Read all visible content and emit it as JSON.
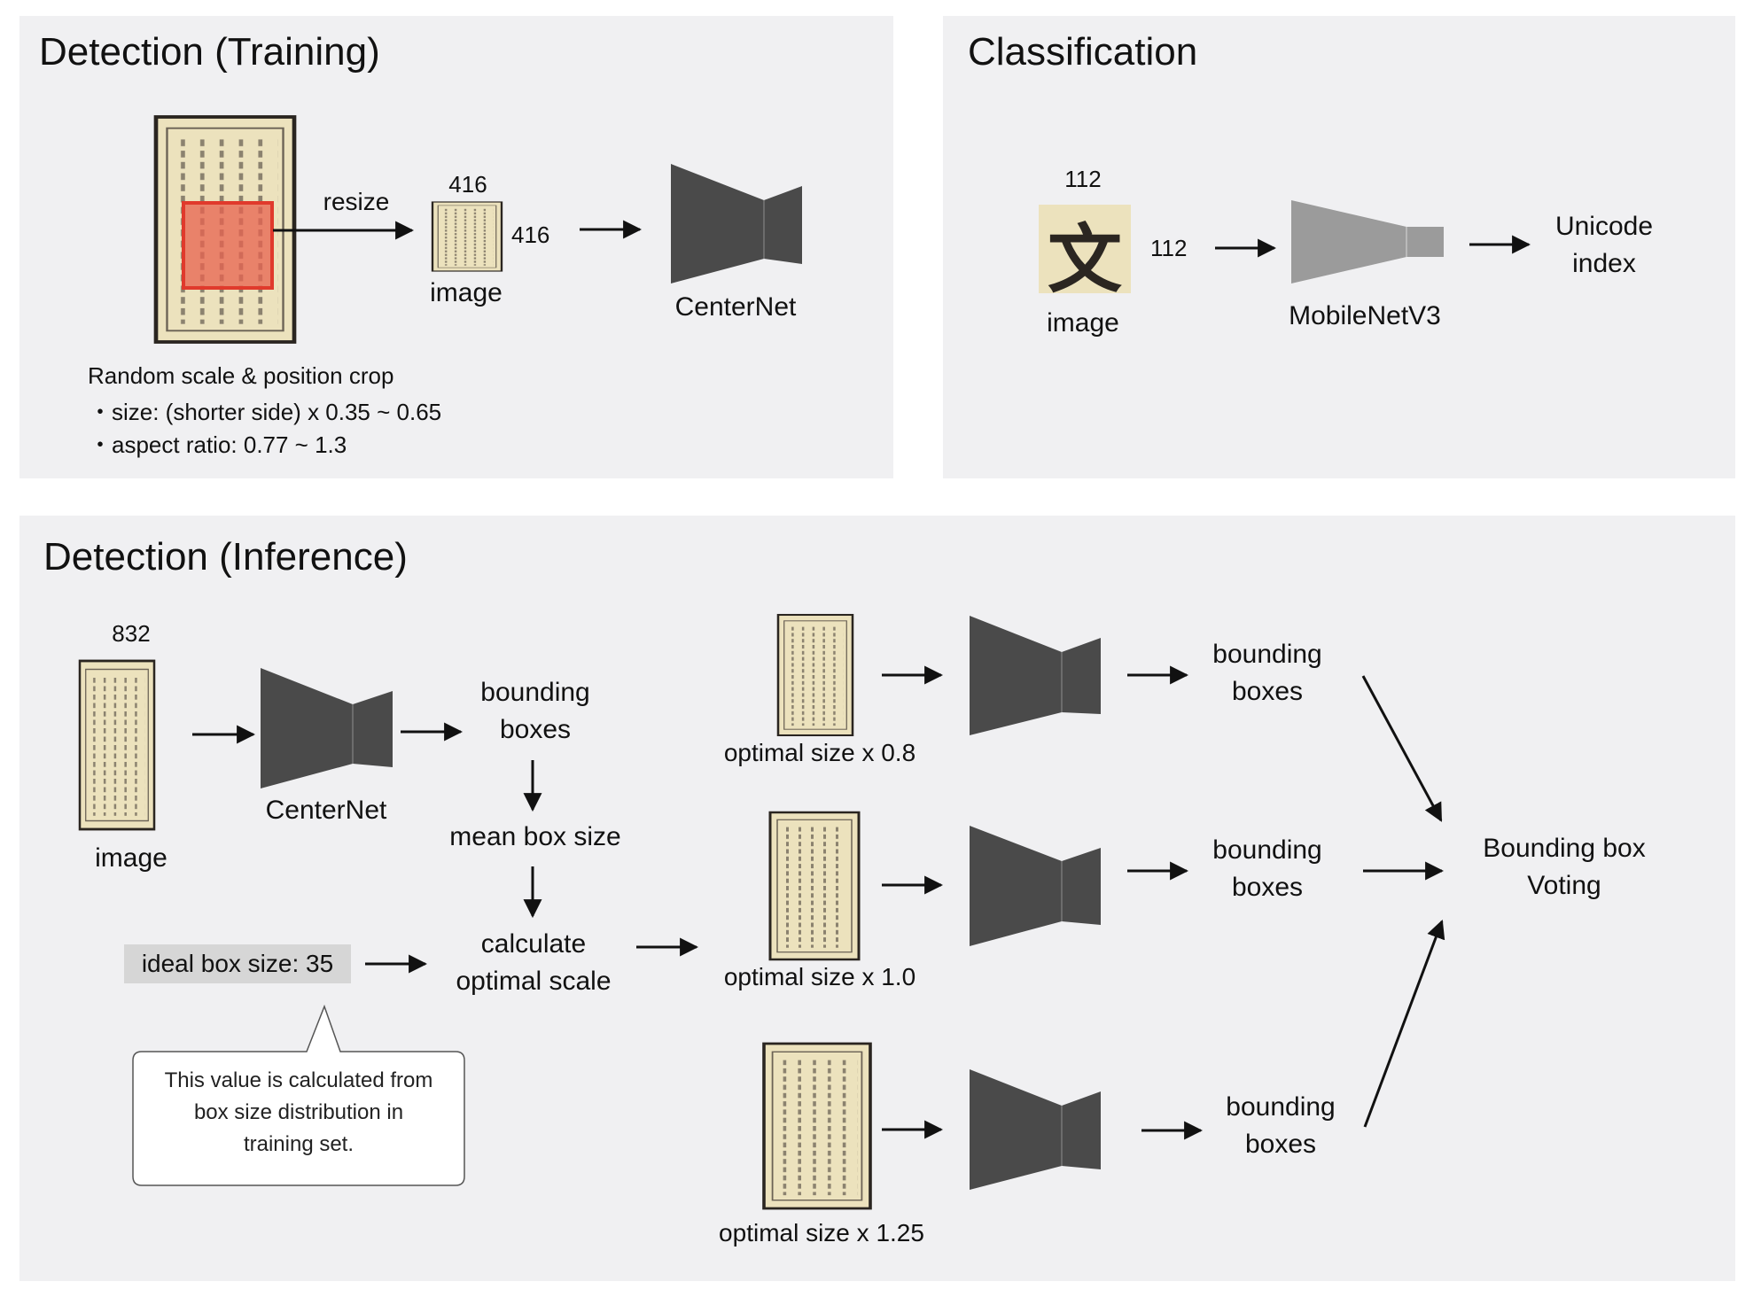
{
  "training": {
    "title": "Detection (Training)",
    "resize_label": "resize",
    "size_top": "416",
    "size_side": "416",
    "image_label": "image",
    "net_label": "CenterNet",
    "crop_title": "Random scale & position crop",
    "crop_size": "・size: (shorter side) x 0.35 ~ 0.65",
    "crop_aspect": "・aspect ratio: 0.77 ~ 1.3"
  },
  "classification": {
    "title": "Classification",
    "size_top": "112",
    "size_side": "112",
    "image_label": "image",
    "net_label": "MobileNetV3",
    "output_line1": "Unicode",
    "output_line2": "index",
    "char_glyph": "文"
  },
  "inference": {
    "title": "Detection (Inference)",
    "size_top": "832",
    "image_label": "image",
    "net_label": "CenterNet",
    "bbox_line1": "bounding",
    "bbox_line2": "boxes",
    "mean_box": "mean box size",
    "calc_line1": "calculate",
    "calc_line2": "optimal scale",
    "ideal_box": "ideal box size: 35",
    "callout_line1": "This value is calculated from",
    "callout_line2": "box size distribution in",
    "callout_line3": "training set.",
    "scales": [
      {
        "label": "optimal size x 0.8",
        "bbox_line1": "bounding",
        "bbox_line2": "boxes"
      },
      {
        "label": "optimal size x 1.0",
        "bbox_line1": "bounding",
        "bbox_line2": "boxes"
      },
      {
        "label": "optimal size x 1.25",
        "bbox_line1": "bounding",
        "bbox_line2": "boxes"
      }
    ],
    "voting_line1": "Bounding box",
    "voting_line2": "Voting"
  },
  "colors": {
    "panel_bg": "#f0f0f2",
    "network_dark": "#4a4a4a",
    "network_gray": "#9b9b9b",
    "crop_red": "#e03a2c",
    "paper": "#ece2bd"
  }
}
